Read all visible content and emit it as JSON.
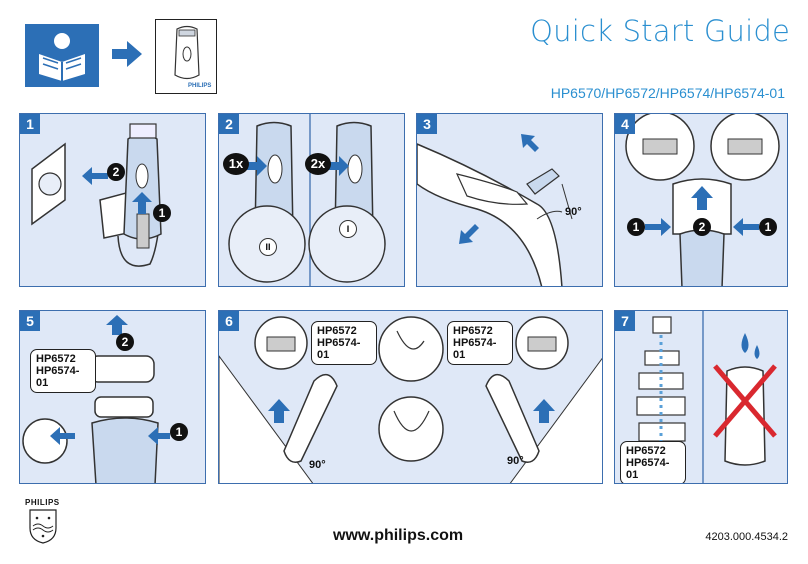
{
  "header": {
    "title": "Quick Start Guide",
    "models": "HP6570/HP6572/HP6574/HP6574-01"
  },
  "intro": {
    "read_icon": "reading-person-icon",
    "arrow_icon": "arrow-right-icon",
    "device_brand": "PHILIPS"
  },
  "steps": {
    "s1": {
      "number": "1",
      "callout_2": "2",
      "callout_1": "1"
    },
    "s2": {
      "number": "2",
      "press_once": "1x",
      "press_twice": "2x",
      "speed_2": "II",
      "speed_1": "I"
    },
    "s3": {
      "number": "3",
      "angle": "90°"
    },
    "s4": {
      "number": "4",
      "callout_left": "1",
      "callout_center": "2",
      "callout_right": "1"
    },
    "s5": {
      "number": "5",
      "callout_2": "2",
      "callout_1": "1",
      "model_label": [
        "HP6572",
        "HP6574-01"
      ]
    },
    "s6": {
      "number": "6",
      "model_label_left": [
        "HP6572",
        "HP6574-01"
      ],
      "model_label_right": [
        "HP6572",
        "HP6574-01"
      ],
      "angle_left": "90°",
      "angle_right": "90°"
    },
    "s7": {
      "number": "7",
      "model_label": [
        "HP6572",
        "HP6574-01"
      ]
    }
  },
  "footer": {
    "brand": "PHILIPS",
    "url": "www.philips.com",
    "code": "4203.000.4534.2"
  },
  "colors": {
    "accent": "#2c6fb6",
    "title": "#2a8fd0",
    "panel_bg": "#dfe8f7",
    "arrow": "#2c6fb6",
    "cross": "#d9282f"
  }
}
